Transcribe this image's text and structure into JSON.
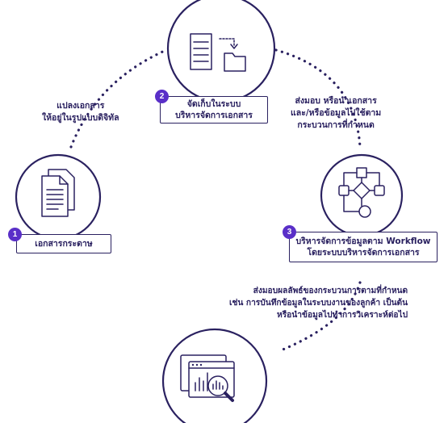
{
  "colors": {
    "ink": "#2a2160",
    "accent": "#5a2fc8",
    "background": "#ffffff"
  },
  "steps": [
    {
      "number": "1",
      "label": "เอกสารกระดาษ",
      "icon": "paper-documents-icon"
    },
    {
      "number": "2",
      "label_lines": [
        "จัดเก็บในระบบ",
        "บริหารจัดการเอกสาร"
      ],
      "icon": "server-folder-icon"
    },
    {
      "number": "3",
      "label_lines": [
        "บริหารจัดการข้อมูลตาม Workflow",
        "โดยระบบบริหารจัดการเอกสาร"
      ],
      "icon": "workflow-icon"
    },
    {
      "icon": "analytics-magnifier-icon"
    }
  ],
  "notes": {
    "digitize": [
      "แปลงเอกสาร",
      "ให้อยู่ในรูปแบบดิจิทัล"
    ],
    "deliver": [
      "ส่งมอบ หรือนำเอกสาร",
      "และ/หรือข้อมูลไปใช้ตาม",
      "กระบวนการที่กำหนด"
    ],
    "output": [
      "ส่งมอบผลลัพธ์ของกระบวนการตามที่กำหนด",
      "เช่น การบันทึกข้อมูลในระบบงานของลูกค้า เป็นต้น",
      "หรือนำข้อมูลไปทำการวิเคราะห์ต่อไป"
    ]
  }
}
